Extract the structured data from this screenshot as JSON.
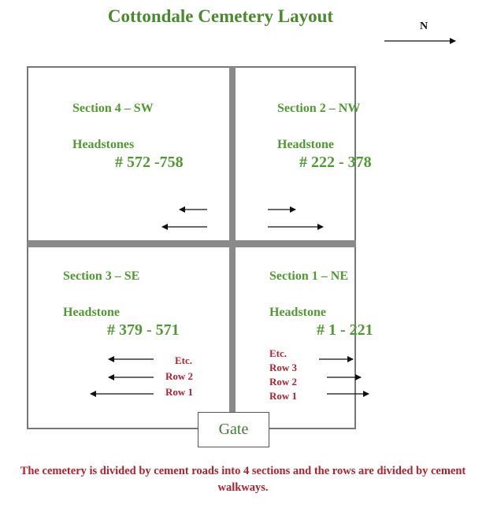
{
  "title": "Cottondale Cemetery Layout",
  "compass": {
    "label": "N"
  },
  "sections": {
    "sw": {
      "title": "Section 4 – SW",
      "headstone_label": "Headstones",
      "range": "# 572 -758"
    },
    "nw": {
      "title": "Section 2 – NW",
      "headstone_label": "Headstone",
      "range": "# 222 - 378"
    },
    "se": {
      "title": "Section 3 – SE",
      "headstone_label": "Headstone",
      "range": "# 379 - 571",
      "rows": [
        "Etc.",
        "Row 2",
        "Row 1"
      ]
    },
    "ne": {
      "title": "Section 1 – NE",
      "headstone_label": "Headstone",
      "range": "# 1 - 221",
      "rows": [
        "Etc.",
        "Row 3",
        "Row 2",
        "Row 1"
      ]
    }
  },
  "gate": {
    "label": "Gate"
  },
  "caption": "The cemetery is divided by cement roads into 4 sections and the rows are divided by cement walkways.",
  "colors": {
    "green": "#4f9a30",
    "red": "#b3202e",
    "road": "#8a8a8a"
  }
}
